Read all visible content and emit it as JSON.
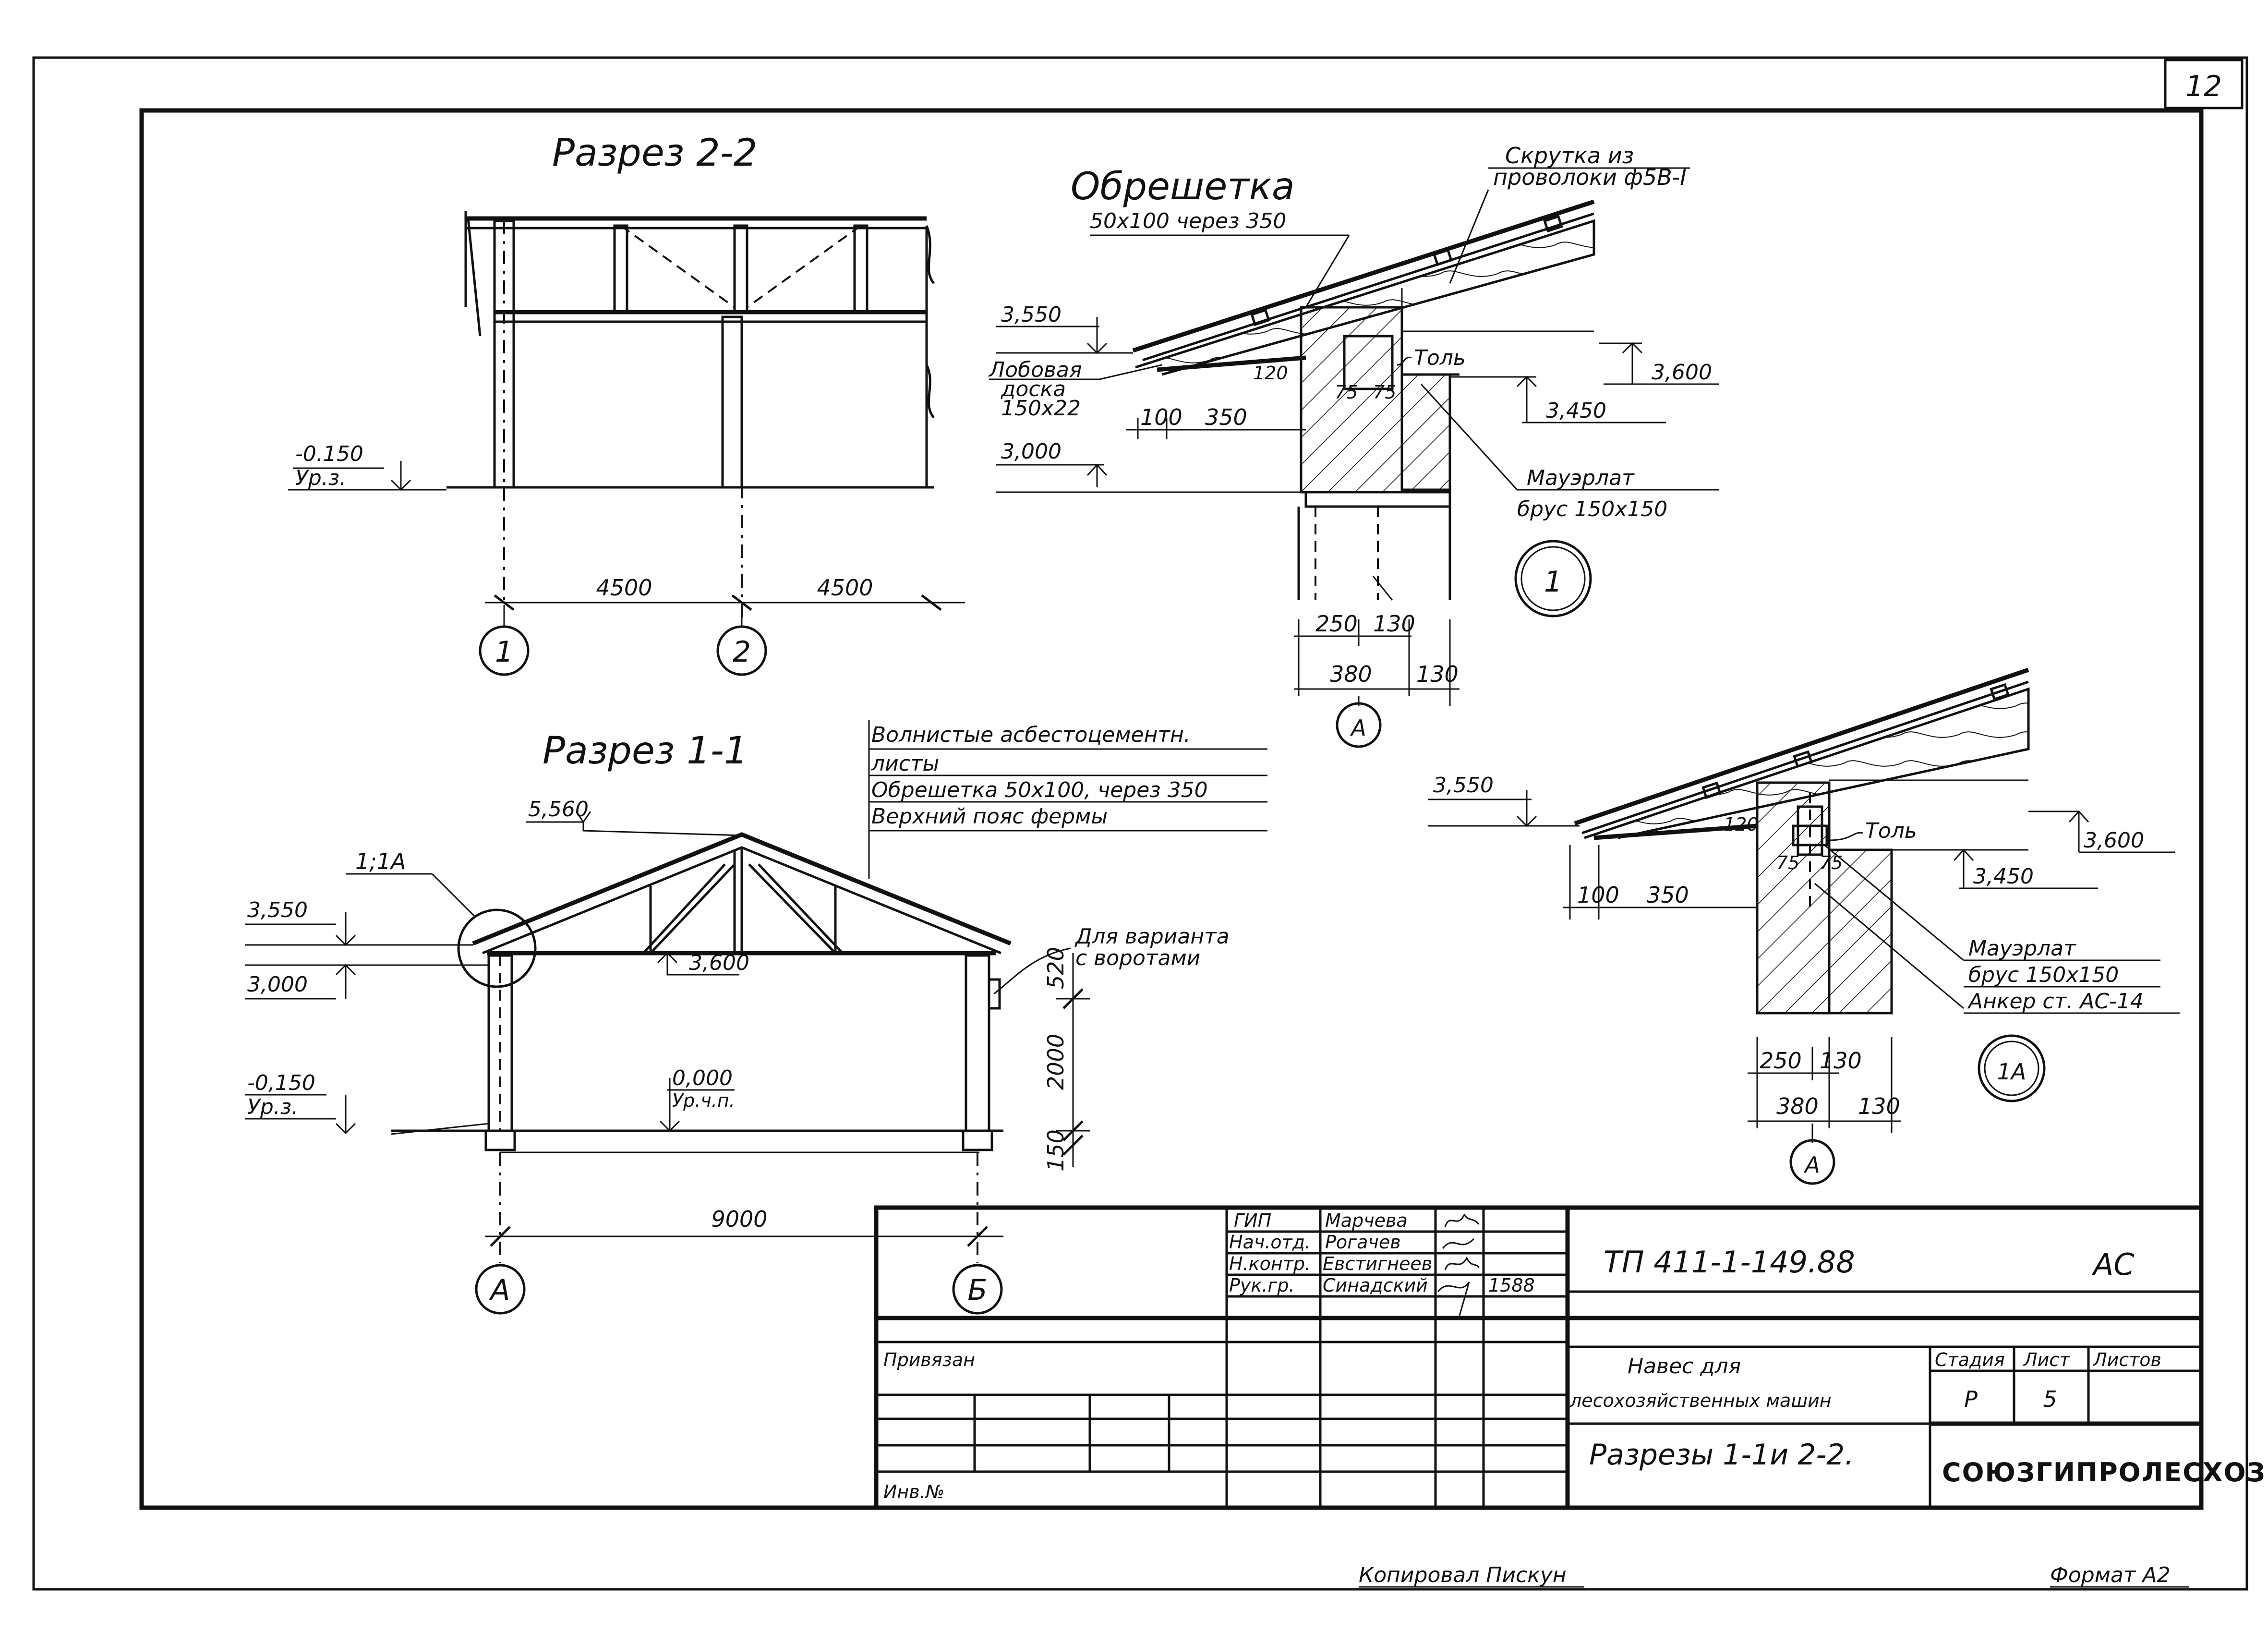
{
  "sheet": {
    "sheet_number": "12",
    "format": "Формат А2",
    "copied_by": "Копировал Пискун"
  },
  "section_22": {
    "title": "Разрез 2-2",
    "level_value": "-0.150",
    "level_label": "Ур.з.",
    "dim_1": "4500",
    "dim_2": "4500",
    "axis_1": "1",
    "axis_2": "2"
  },
  "section_11": {
    "title": "Разрез 1-1",
    "note_lines": [
      "Волнистые асбестоцементн.",
      "листы",
      "Обрешетка 50х100, через 350",
      "Верхний пояс фермы"
    ],
    "callout": "1;1А",
    "level_top": "5,560",
    "level_3550": "3,550",
    "level_3000": "3,000",
    "level_m0150": "-0,150",
    "level_ground": "Ур.з.",
    "level_3600": "3,600",
    "level_0000": "0,000",
    "level_floor": "Ур.ч.п.",
    "gate_note_1": "Для варианта",
    "gate_note_2": "с воротами",
    "dim_520": "520",
    "dim_2000": "2000",
    "dim_150": "150",
    "dim_span": "9000",
    "axis_a": "А",
    "axis_b": "Б"
  },
  "node_1": {
    "label_lathing_1": "Обрешетка",
    "label_lathing_2": "50х100 через 350",
    "label_twist_1": "Скрутка из",
    "label_twist_2": "проволоки ф5В-I",
    "level_3550": "3,550",
    "label_board_1": "Лобовая",
    "label_board_2": "доска",
    "label_board_3": "150х22",
    "dim_120": "120",
    "dim_75a": "75",
    "dim_75b": "75",
    "label_tol": "Толь",
    "level_3600": "3,600",
    "level_3450": "3,450",
    "dim_100": "100",
    "dim_350": "350",
    "level_3000": "3,000",
    "label_mauerlat_1": "Мауэрлат",
    "label_mauerlat_2": "брус 150х150",
    "node_mark": "1",
    "dim_250": "250",
    "dim_130a": "130",
    "dim_380": "380",
    "dim_130b": "130",
    "axis": "А"
  },
  "node_1a": {
    "level_3550": "3,550",
    "dim_120": "120",
    "label_tol": "Толь",
    "level_3600": "3,600",
    "dim_75a": "75",
    "dim_75b": "75",
    "level_3450": "3,450",
    "dim_100": "100",
    "dim_350": "350",
    "label_mauerlat_1": "Мауэрлат",
    "label_mauerlat_2": "брус 150х150",
    "label_anchor": "Анкер ст. АС-14",
    "node_mark": "1А",
    "dim_250": "250",
    "dim_130a": "130",
    "dim_380": "380",
    "dim_130b": "130",
    "axis": "А"
  },
  "stamp": {
    "roles": [
      "ГИП",
      "Нач.отд.",
      "Н.контр.",
      "Рук.гр."
    ],
    "names": [
      "Марчева",
      "Рогачев",
      "Евстигнеев",
      "Синадский"
    ],
    "date": "1588",
    "linked_label": "Привязан",
    "inv_label": "Инв.№",
    "doc_code": "ТП 411-1-149.88",
    "mark": "АС",
    "object_line_1": "Навес для",
    "object_line_2": "лесохозяйственных машин",
    "sheet_title": "Разрезы 1-1и 2-2.",
    "col_stage": "Стадия",
    "col_sheet": "Лист",
    "col_sheets": "Листов",
    "stage": "Р",
    "sheet": "5",
    "organization": "СОЮЗГИПРОЛЕСХОЗ"
  }
}
